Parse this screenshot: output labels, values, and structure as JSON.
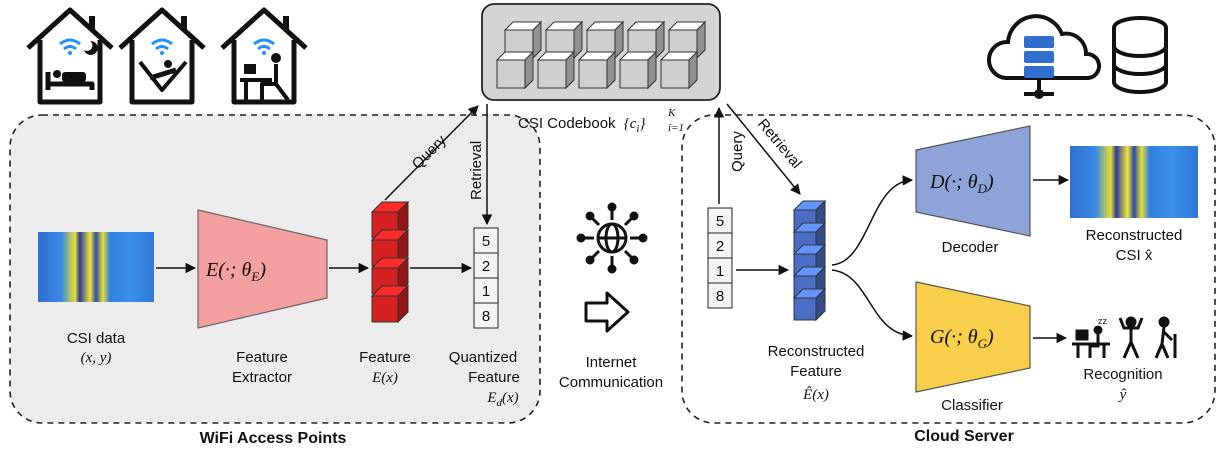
{
  "codebook": {
    "label": "CSI Codebook",
    "set": "{c",
    "sub": "i",
    "close": "}",
    "sup": "K",
    "lower": "i=1"
  },
  "edge": {
    "query": "Query",
    "retrieval": "Retrieval",
    "codes": [
      "5",
      "2",
      "1",
      "8"
    ],
    "csi_label": "CSI data",
    "csi_var": "(x, y)",
    "extractor_formula": "E(·; θ",
    "extractor_sub": "E",
    "extractor_label_1": "Feature",
    "extractor_label_2": "Extractor",
    "feature_label": "Feature",
    "feature_var": "E(x)",
    "quant_label_1": "Quantized",
    "quant_label_2": "Feature",
    "quant_var": "E",
    "quant_sub": "d",
    "quant_arg": "(x)",
    "title": "WiFi Access Points"
  },
  "comm": {
    "label_1": "Internet",
    "label_2": "Communication"
  },
  "cloud": {
    "query": "Query",
    "retrieval": "Retrieval",
    "codes": [
      "5",
      "2",
      "1",
      "8"
    ],
    "recon_label_1": "Reconstructed",
    "recon_label_2": "Feature",
    "recon_var": "Ê(x)",
    "decoder_formula": "D(·; θ",
    "decoder_sub": "D",
    "decoder_label": "Decoder",
    "classifier_formula": "G(·; θ",
    "classifier_sub": "G",
    "classifier_label": "Classifier",
    "recon_csi_1": "Reconstructed",
    "recon_csi_2": "CSI x̂",
    "recognition": "Recognition",
    "recognition_var": "ŷ",
    "title": "Cloud Server"
  },
  "colors": {
    "extractor": "#f4a0a0",
    "feature": "#d42020",
    "decoder": "#8ea4d8",
    "classifier": "#f7cf4a",
    "recon_feature": "#4a6ec4",
    "codebook_bg": "#d4d4d4"
  },
  "icons": [
    "house-sleeping-icon",
    "house-hammock-icon",
    "house-desk-icon",
    "cloud-server-icon",
    "database-icon",
    "network-globe-icon",
    "right-arrow-icon",
    "activity-icons"
  ]
}
